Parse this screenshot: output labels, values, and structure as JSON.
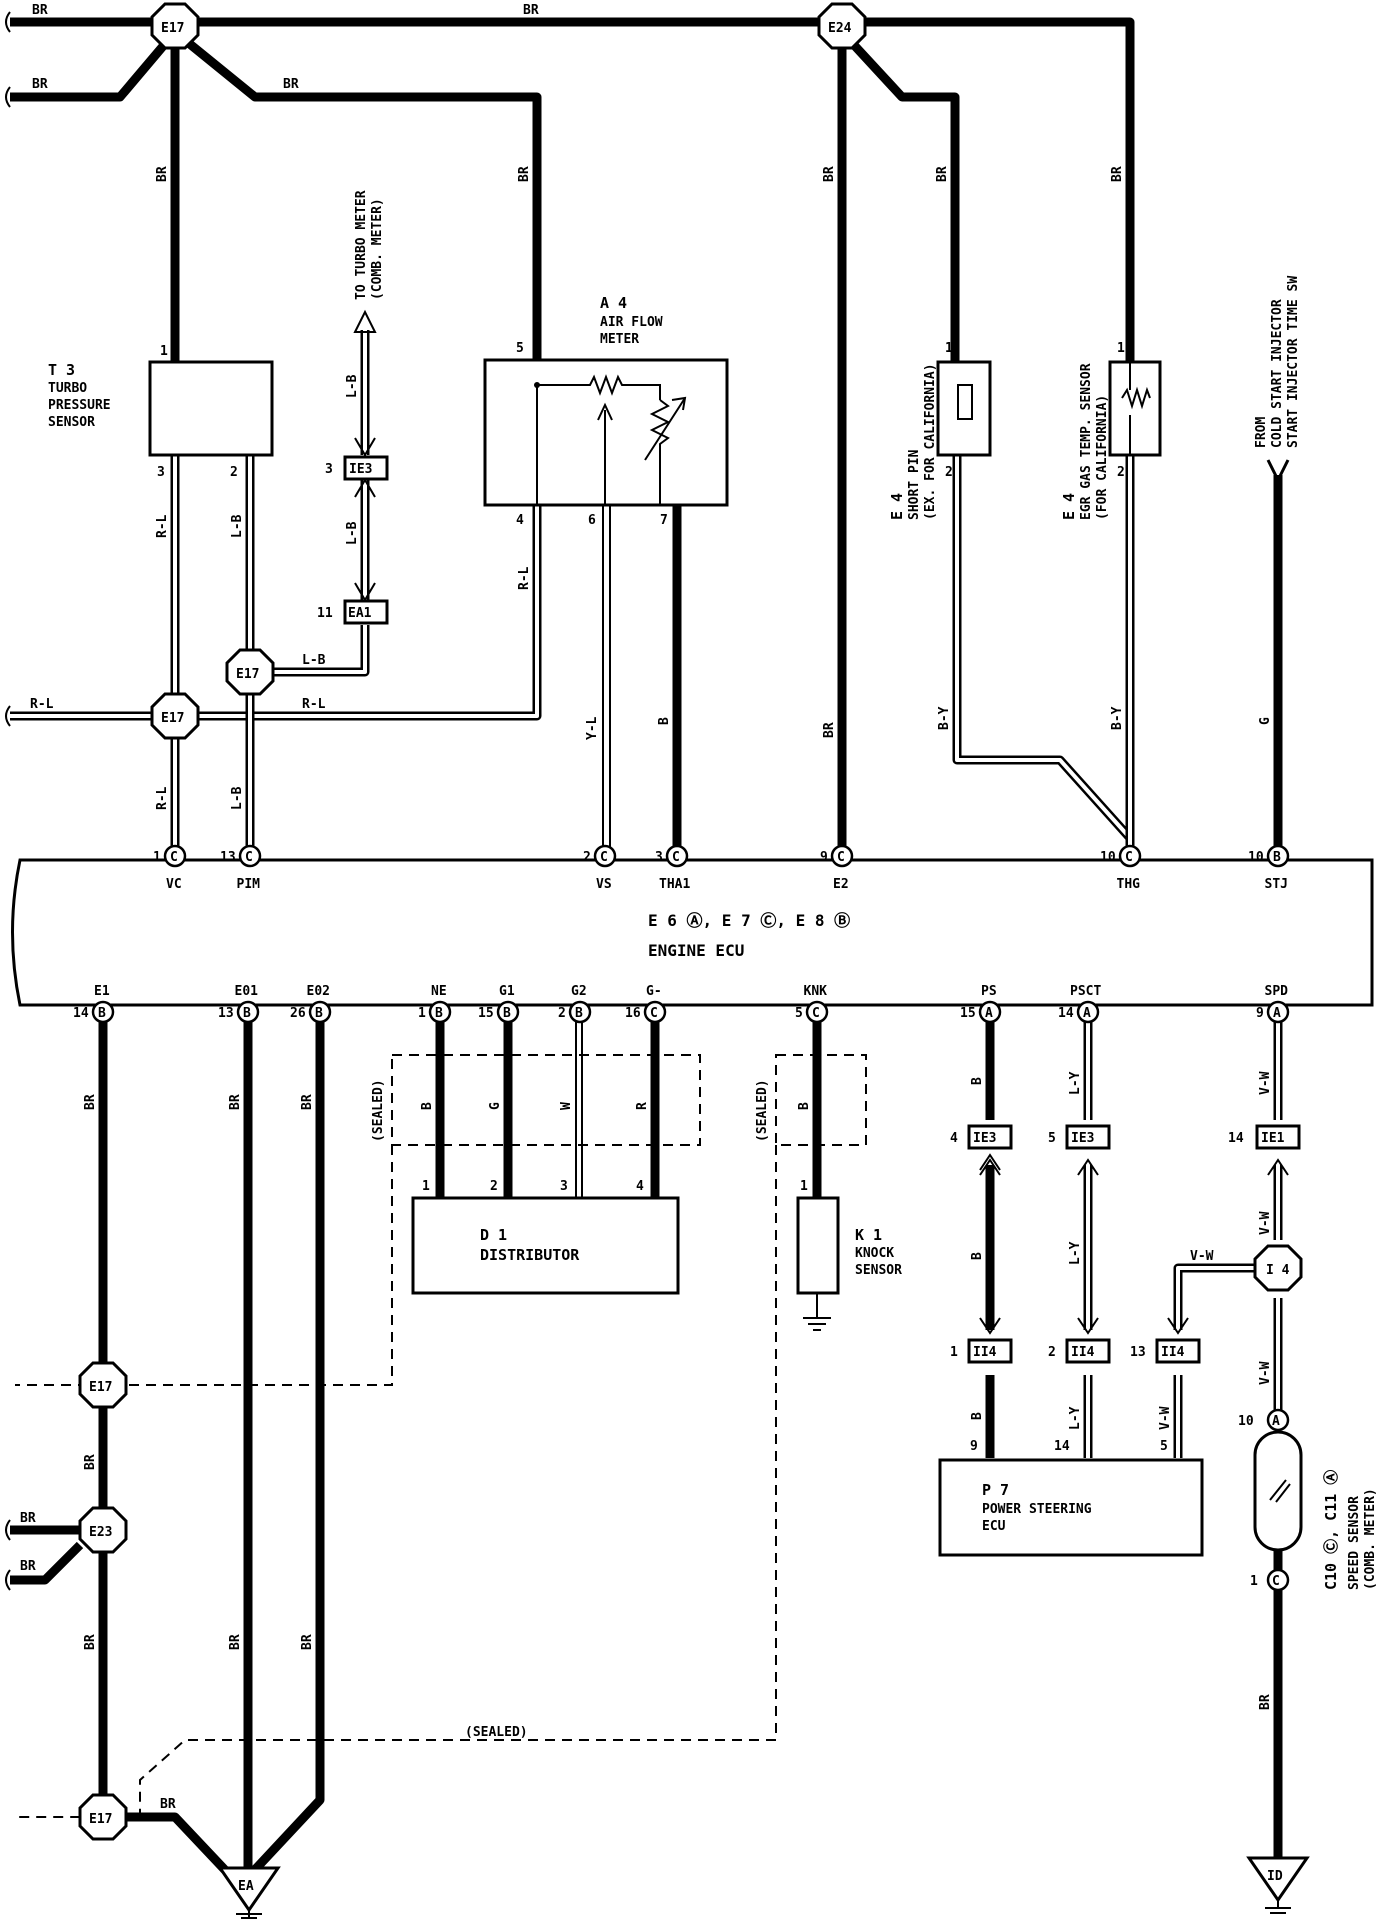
{
  "diagram": {
    "ecu": {
      "title": "ENGINE ECU",
      "connectors": "E 6 Ⓐ, E 7 Ⓒ, E 8 Ⓑ",
      "top_pins": [
        {
          "num": "1",
          "conn": "C",
          "name": "VC"
        },
        {
          "num": "13",
          "conn": "C",
          "name": "PIM"
        },
        {
          "num": "2",
          "conn": "C",
          "name": "VS"
        },
        {
          "num": "3",
          "conn": "C",
          "name": "THA1"
        },
        {
          "num": "9",
          "conn": "C",
          "name": "E2"
        },
        {
          "num": "10",
          "conn": "C",
          "name": "THG"
        },
        {
          "num": "10",
          "conn": "B",
          "name": "STJ"
        }
      ],
      "bottom_pins": [
        {
          "num": "14",
          "conn": "B",
          "name": "E1"
        },
        {
          "num": "13",
          "conn": "B",
          "name": "E01"
        },
        {
          "num": "26",
          "conn": "B",
          "name": "E02"
        },
        {
          "num": "1",
          "conn": "B",
          "name": "NE"
        },
        {
          "num": "15",
          "conn": "B",
          "name": "G1"
        },
        {
          "num": "2",
          "conn": "B",
          "name": "G2"
        },
        {
          "num": "16",
          "conn": "C",
          "name": "G-"
        },
        {
          "num": "5",
          "conn": "C",
          "name": "KNK"
        },
        {
          "num": "15",
          "conn": "A",
          "name": "PS"
        },
        {
          "num": "14",
          "conn": "A",
          "name": "PSCT"
        },
        {
          "num": "9",
          "conn": "A",
          "name": "SPD"
        }
      ]
    },
    "splices": {
      "e17": "E17",
      "e24": "E24",
      "e23": "E23",
      "i4": "I 4",
      "ea": "EA",
      "id": "ID"
    },
    "components": {
      "turbo": {
        "ref": "T 3",
        "name_l1": "TURBO",
        "name_l2": "PRESSURE",
        "name_l3": "SENSOR",
        "pin1": "1",
        "pin2": "2",
        "pin3": "3"
      },
      "afm": {
        "ref": "A 4",
        "name_l1": "AIR FLOW",
        "name_l2": "METER",
        "pin5": "5",
        "pin4": "4",
        "pin6": "6",
        "pin7": "7"
      },
      "short_pin": {
        "ref": "E 4",
        "name_l1": "SHORT PIN",
        "name_l2": "(EX. FOR CALIFORNIA)",
        "pin1": "1",
        "pin2": "2"
      },
      "egr": {
        "ref": "E 4",
        "name_l1": "EGR GAS TEMP. SENSOR",
        "name_l2": "(FOR CALIFORNIA)",
        "pin1": "1",
        "pin2": "2"
      },
      "distributor": {
        "ref": "D 1",
        "name": "DISTRIBUTOR",
        "pins": [
          "1",
          "2",
          "3",
          "4"
        ]
      },
      "knock": {
        "ref": "K 1",
        "name_l1": "KNOCK",
        "name_l2": "SENSOR",
        "pin1": "1"
      },
      "ps_ecu": {
        "ref": "P 7",
        "name_l1": "POWER STEERING",
        "name_l2": "ECU",
        "pin9": "9",
        "pin14": "14",
        "pin5": "5"
      },
      "speed": {
        "ref": "C10 Ⓒ, C11 Ⓐ",
        "name_l1": "SPEED SENSOR",
        "name_l2": "(COMB. METER)",
        "pin10": "10",
        "pin10c": "A",
        "pin1": "1",
        "pin1c": "C"
      }
    },
    "notes": {
      "turbo_meter_l1": "TO TURBO METER",
      "turbo_meter_l2": "(COMB. METER)",
      "cold_start_l1": "FROM",
      "cold_start_l2": "COLD START INJECTOR",
      "cold_start_l3": "START INJECTOR TIME SW",
      "sealed": "(SEALED)"
    },
    "connectors": {
      "ie3": "IE3",
      "ea1": "EA1",
      "ie1": "IE1",
      "ii4": "II4",
      "ie3_pin_turbo": "3",
      "ea1_pin": "11",
      "ie3_pin_ps": "4",
      "ie3_pin_psct": "5",
      "ie1_pin": "14",
      "ii4_pin_ps": "1",
      "ii4_pin_psct": "2",
      "ii4_pin_spd": "13"
    },
    "wire_colors": {
      "br": "BR",
      "rl": "R-L",
      "lb": "L-B",
      "yl": "Y-L",
      "b": "B",
      "by": "B-Y",
      "g": "G",
      "w": "W",
      "r": "R",
      "ly": "L-Y",
      "vw": "V-W"
    }
  }
}
